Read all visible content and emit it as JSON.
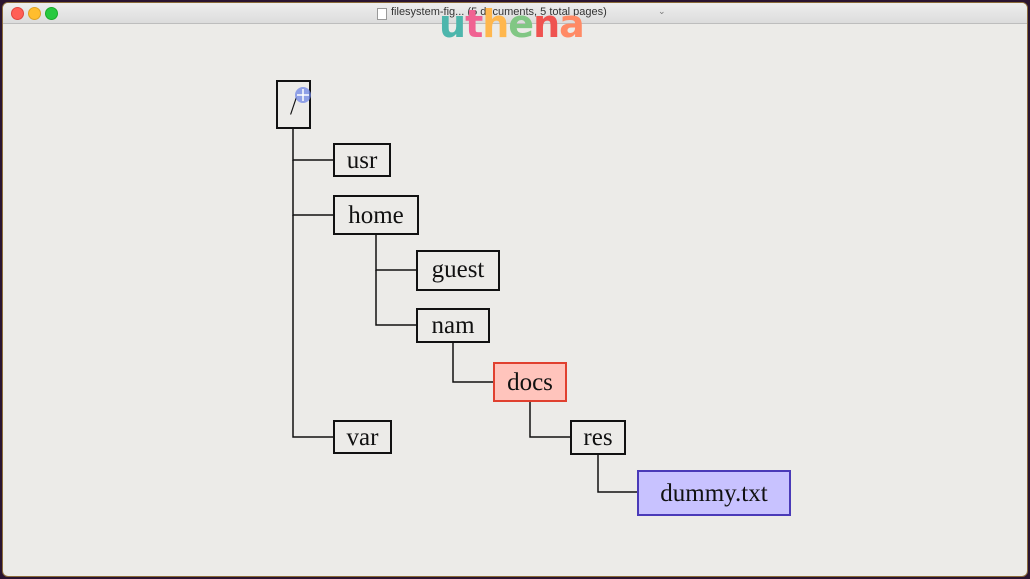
{
  "window": {
    "title": "filesystem-fig... (5 documents, 5 total pages)"
  },
  "watermark": {
    "letters": [
      {
        "char": "u",
        "color": "#4db6ac"
      },
      {
        "char": "t",
        "color": "#f06292"
      },
      {
        "char": "h",
        "color": "#ffb74d"
      },
      {
        "char": "e",
        "color": "#81c784"
      },
      {
        "char": "n",
        "color": "#ef5350"
      },
      {
        "char": "a",
        "color": "#ff8a65"
      }
    ]
  },
  "tree": {
    "nodes": [
      {
        "id": "root",
        "label": "/",
        "highlight": "none"
      },
      {
        "id": "usr",
        "label": "usr",
        "highlight": "none"
      },
      {
        "id": "home",
        "label": "home",
        "highlight": "none"
      },
      {
        "id": "guest",
        "label": "guest",
        "highlight": "none"
      },
      {
        "id": "nam",
        "label": "nam",
        "highlight": "none"
      },
      {
        "id": "docs",
        "label": "docs",
        "highlight": "red"
      },
      {
        "id": "res",
        "label": "res",
        "highlight": "none"
      },
      {
        "id": "dummy",
        "label": "dummy.txt",
        "highlight": "blue"
      },
      {
        "id": "var",
        "label": "var",
        "highlight": "none"
      }
    ],
    "edges": [
      [
        "root",
        "usr"
      ],
      [
        "root",
        "home"
      ],
      [
        "root",
        "var"
      ],
      [
        "home",
        "guest"
      ],
      [
        "home",
        "nam"
      ],
      [
        "nam",
        "docs"
      ],
      [
        "docs",
        "res"
      ],
      [
        "res",
        "dummy"
      ]
    ],
    "colors": {
      "red_fill": "#ffc4bc",
      "red_stroke": "#e0402f",
      "blue_fill": "#c8c2ff",
      "blue_stroke": "#4a3ab8"
    }
  }
}
